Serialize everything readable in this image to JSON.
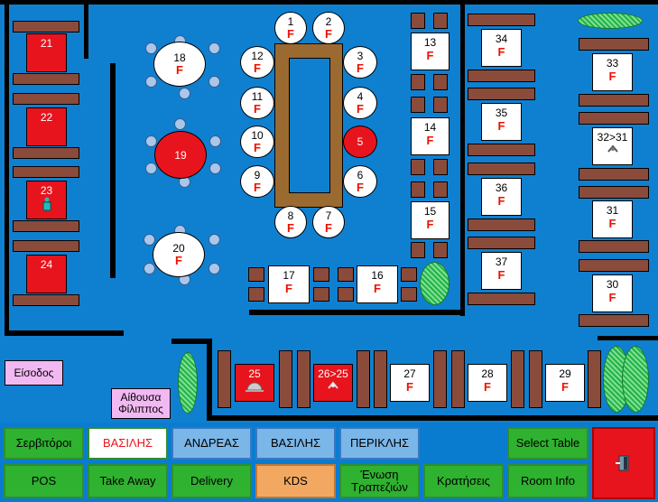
{
  "tables": {
    "t1": {
      "num": "1",
      "mark": "F"
    },
    "t2": {
      "num": "2",
      "mark": "F"
    },
    "t3": {
      "num": "3",
      "mark": "F"
    },
    "t4": {
      "num": "4",
      "mark": "F"
    },
    "t5": {
      "num": "5",
      "mark": ""
    },
    "t6": {
      "num": "6",
      "mark": "F"
    },
    "t7": {
      "num": "7",
      "mark": "F"
    },
    "t8": {
      "num": "8",
      "mark": "F"
    },
    "t9": {
      "num": "9",
      "mark": "F"
    },
    "t10": {
      "num": "10",
      "mark": "F"
    },
    "t11": {
      "num": "11",
      "mark": "F"
    },
    "t12": {
      "num": "12",
      "mark": "F"
    },
    "t13": {
      "num": "13",
      "mark": "F"
    },
    "t14": {
      "num": "14",
      "mark": "F"
    },
    "t15": {
      "num": "15",
      "mark": "F"
    },
    "t16": {
      "num": "16",
      "mark": "F"
    },
    "t17": {
      "num": "17",
      "mark": "F"
    },
    "t18": {
      "num": "18",
      "mark": "F"
    },
    "t19": {
      "num": "19",
      "mark": ""
    },
    "t20": {
      "num": "20",
      "mark": "F"
    },
    "t21": {
      "num": "21",
      "mark": ""
    },
    "t22": {
      "num": "22",
      "mark": ""
    },
    "t23": {
      "num": "23",
      "mark": ""
    },
    "t24": {
      "num": "24",
      "mark": ""
    },
    "t25": {
      "num": "25",
      "mark": ""
    },
    "t26": {
      "num": "26>25",
      "mark": ""
    },
    "t27": {
      "num": "27",
      "mark": "F"
    },
    "t28": {
      "num": "28",
      "mark": "F"
    },
    "t29": {
      "num": "29",
      "mark": "F"
    },
    "t30": {
      "num": "30",
      "mark": "F"
    },
    "t31": {
      "num": "31",
      "mark": "F"
    },
    "t32": {
      "num": "32>31",
      "mark": ""
    },
    "t33": {
      "num": "33",
      "mark": "F"
    },
    "t34": {
      "num": "34",
      "mark": "F"
    },
    "t35": {
      "num": "35",
      "mark": "F"
    },
    "t36": {
      "num": "36",
      "mark": "F"
    },
    "t37": {
      "num": "37",
      "mark": "F"
    }
  },
  "labels": {
    "entrance": "Είσοδος",
    "hall": "Αίθουσα Φίλιππος"
  },
  "buttons": {
    "waiters": "Σερβιτόροι",
    "vasilis1": "ΒΑΣΙΛΗΣ",
    "andreas": "ΑΝΔΡΕΑΣ",
    "vasilis2": "ΒΑΣΙΛΗΣ",
    "periklis": "ΠΕΡΙΚΛΗΣ",
    "select_table": "Select Table",
    "pos": "POS",
    "takeaway": "Take Away",
    "delivery": "Delivery",
    "kds": "KDS",
    "merge": "Ένωση Τραπεζιών",
    "reservations": "Κρατήσεις",
    "room_info": "Room Info"
  },
  "icons": {
    "exit": "exit-door-icon",
    "waiter": "waiter-person-icon",
    "bell": "service-bell-icon",
    "link": "linked-table-icon"
  },
  "colors": {
    "floor": "#0f80d0",
    "occupied": "#e8141d",
    "free": "#ffffff",
    "button_green": "#2fb22f"
  }
}
